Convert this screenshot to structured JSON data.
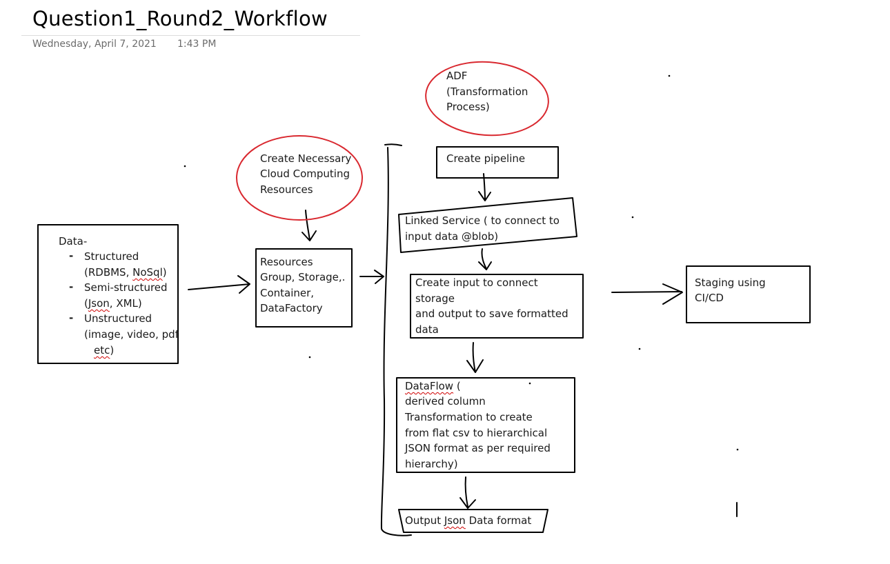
{
  "page": {
    "title": "Question1_Round2_Workflow",
    "date": "Wednesday, April 7, 2021",
    "time": "1:43 PM"
  },
  "data_box": {
    "heading": "Data-",
    "items": [
      {
        "dash": "-",
        "label": "Structured",
        "detail_pre": "(RDBMS, ",
        "detail_sq": "NoSql",
        "detail_post": ")"
      },
      {
        "dash": "-",
        "label": "Semi-structured",
        "detail_pre": "(",
        "detail_sq": "Json",
        "detail_post": ", XML)"
      },
      {
        "dash": "-",
        "label": "Unstructured",
        "detail_pre": "(image, video, pdf",
        "detail_line2_sq": "etc",
        "detail_line2_post": ")"
      }
    ]
  },
  "cloud_note": [
    "Create Necessary",
    "Cloud Computing",
    "Resources"
  ],
  "resources_box": [
    "Resources",
    "Group, Storage,.",
    "Container,",
    "DataFactory"
  ],
  "adf_note": [
    "ADF",
    "(Transformation",
    "Process)"
  ],
  "pipeline_box": "Create pipeline",
  "linked_box": [
    "Linked Service ( to connect to",
    "input data @blob)"
  ],
  "io_box": [
    "Create input to connect",
    "storage",
    "and output to save formatted",
    "data"
  ],
  "dataflow_box": {
    "first_sq": "DataFlow",
    "first_post": " (",
    "lines": [
      "derived column",
      "Transformation to create",
      "from flat csv to hierarchical",
      "JSON format as per required",
      "hierarchy)"
    ]
  },
  "output_box": {
    "pre": "Output ",
    "sq": "Json",
    "post": " Data format"
  },
  "staging_box": [
    "Staging using",
    "CI/CD"
  ],
  "colors": {
    "ink": "#000000",
    "circle": "#d9282f",
    "spellcheck": "#d00000",
    "meta": "#6b6b6b"
  }
}
